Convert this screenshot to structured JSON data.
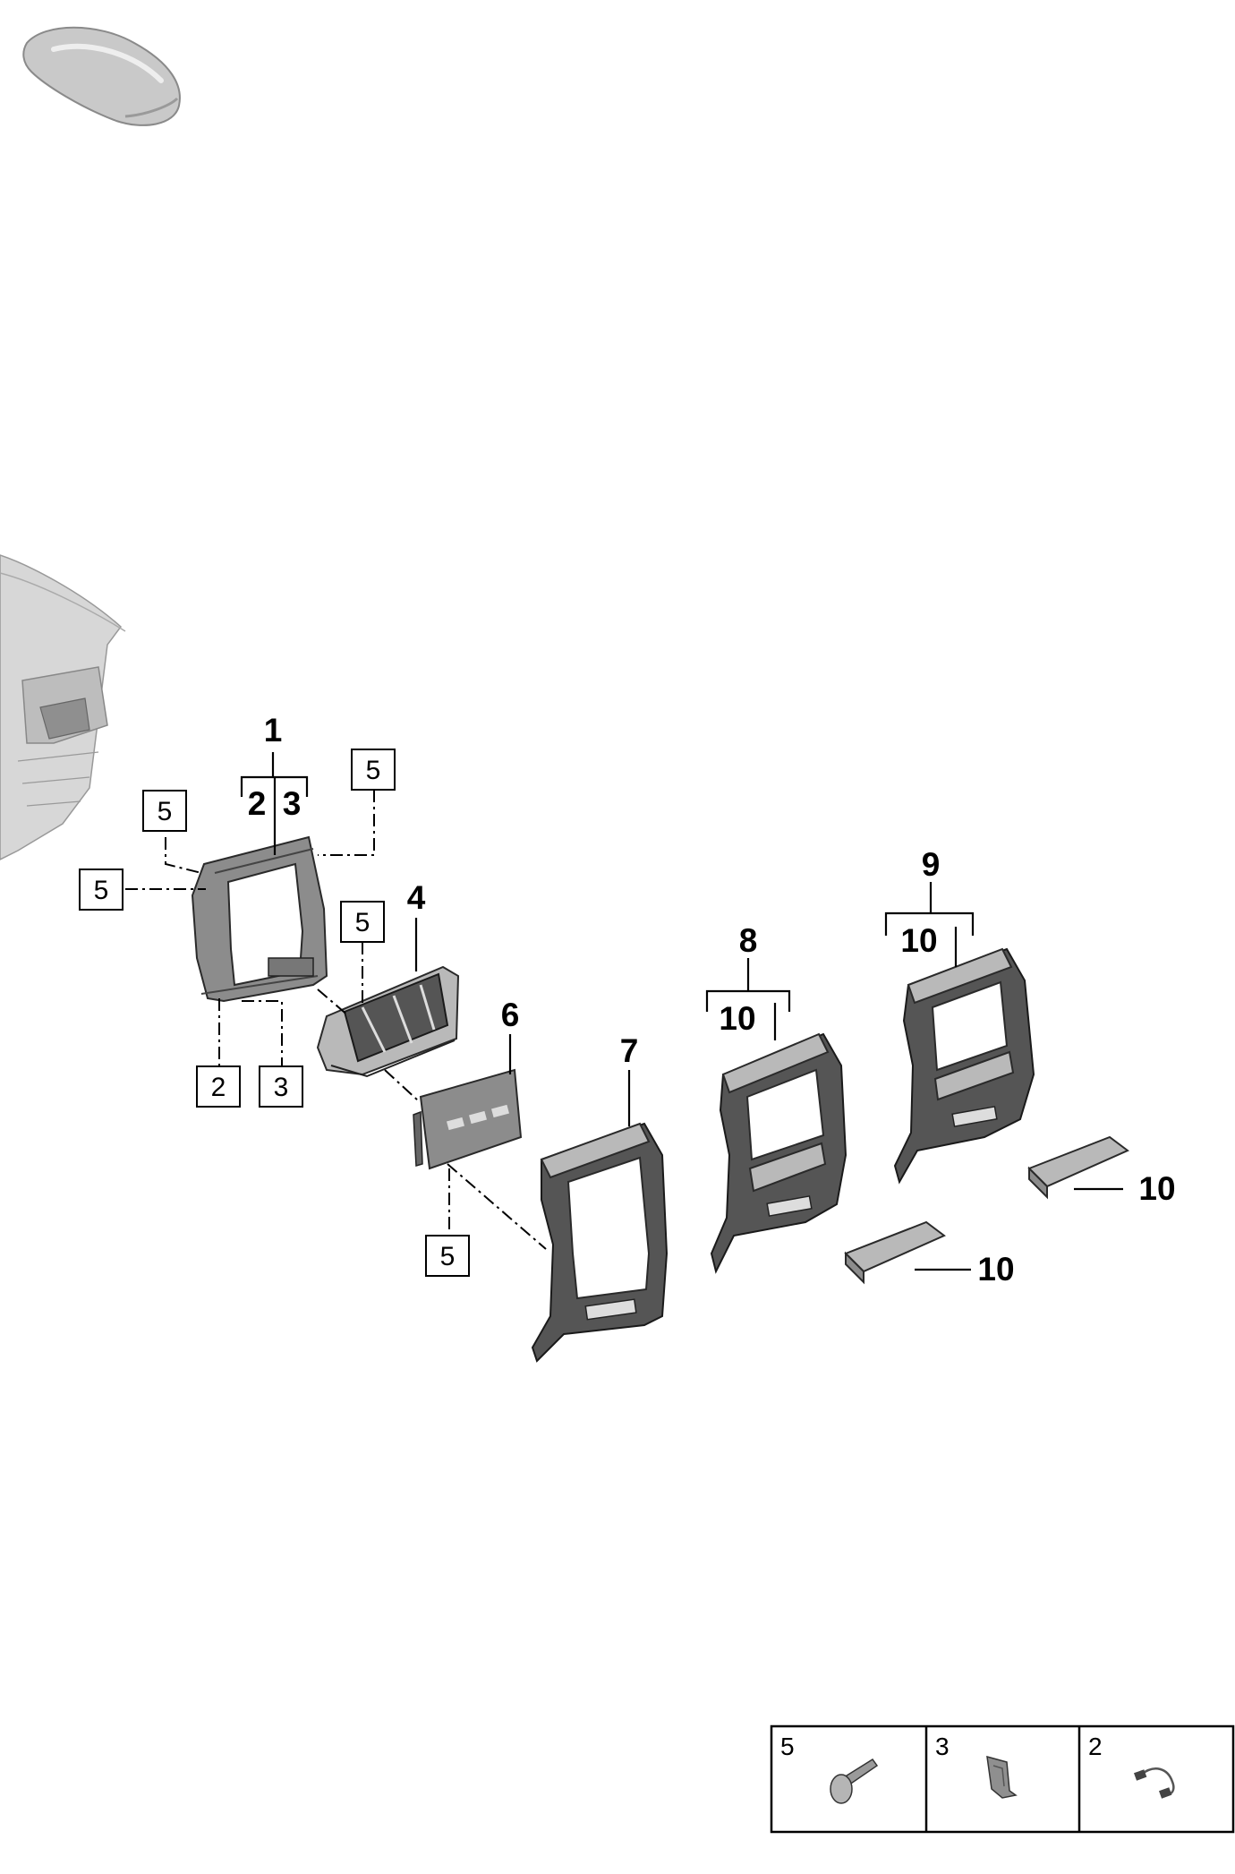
{
  "callouts": {
    "c1": "1",
    "c2_group": "2",
    "c3_group": "3",
    "c4": "4",
    "c5_top_right": "5",
    "c5_top_left": "5",
    "c5_left": "5",
    "c5_mid": "5",
    "c5_bottom": "5",
    "c2_box": "2",
    "c3_box": "3",
    "c6": "6",
    "c7": "7",
    "c8": "8",
    "c8_sub10": "10",
    "c9": "9",
    "c9_sub10": "10",
    "c10_a": "10",
    "c10_b": "10"
  },
  "legend": [
    {
      "number": "5",
      "icon": "screw-icon"
    },
    {
      "number": "3",
      "icon": "clip-icon"
    },
    {
      "number": "2",
      "icon": "cable-connector-icon"
    }
  ],
  "colors": {
    "part_gray": "#8c8c8c",
    "part_light": "#b9b9b9",
    "part_dark": "#555555",
    "line": "#000000"
  }
}
